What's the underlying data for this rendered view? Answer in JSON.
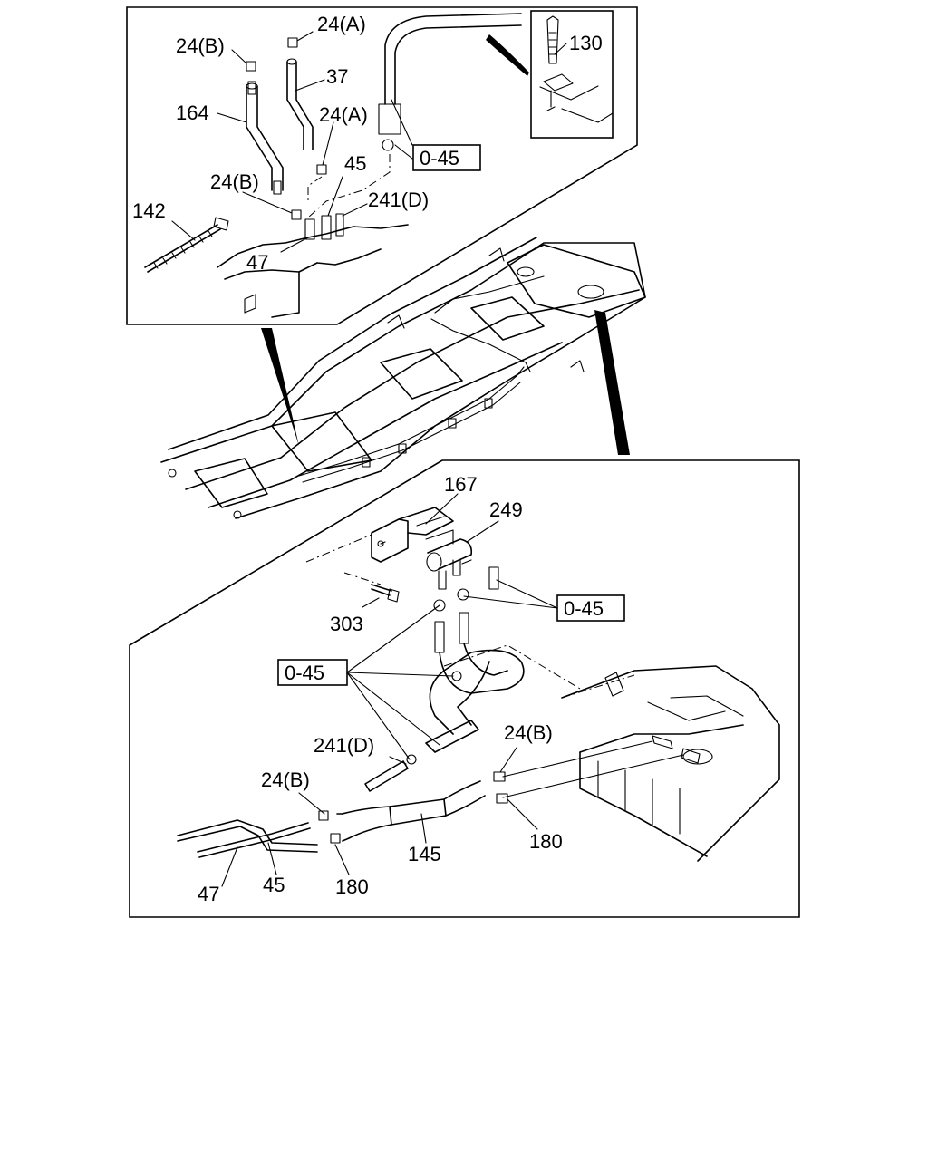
{
  "callouts": {
    "c24a_top": "24(A)",
    "c24b_top": "24(B)",
    "c37": "37",
    "c164": "164",
    "c24a_mid": "24(A)",
    "c45_top": "45",
    "c24b_mid": "24(B)",
    "c241d_top": "241(D)",
    "c142": "142",
    "c47_top": "47",
    "c130": "130",
    "c167": "167",
    "c249": "249",
    "c303": "303",
    "c241d_bot": "241(D)",
    "c24b_bot_right": "24(B)",
    "c24b_bot_left": "24(B)",
    "c180_right": "180",
    "c180_left": "180",
    "c145": "145",
    "c47_bot": "47",
    "c45_bot": "45"
  },
  "references": {
    "ref_top": "0-45",
    "ref_right": "0-45",
    "ref_left": "0-45"
  }
}
